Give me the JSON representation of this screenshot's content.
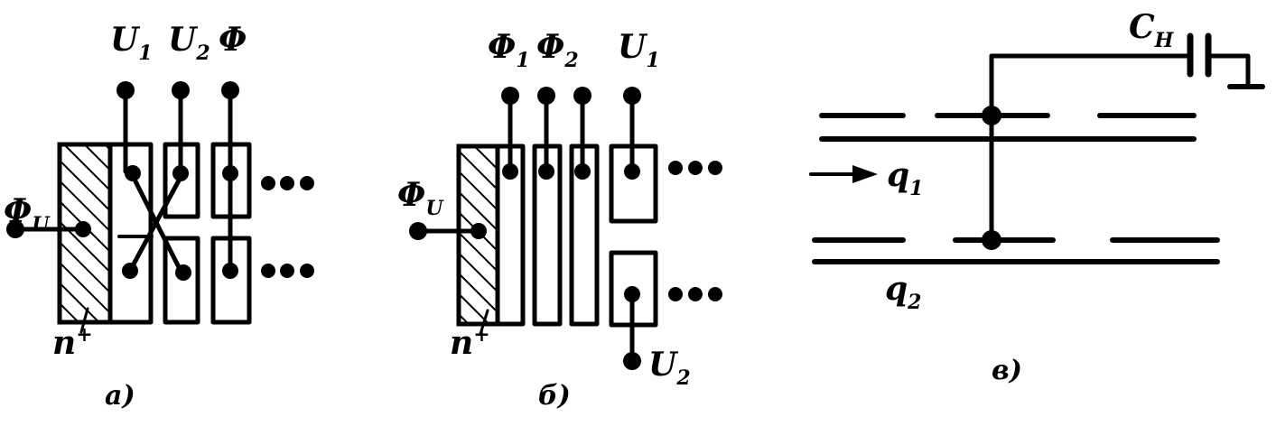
{
  "colors": {
    "ink": "#000000",
    "paper": "#ffffff"
  },
  "panel_a": {
    "caption": "а)",
    "top_labels": [
      {
        "main": "U",
        "sub": "1"
      },
      {
        "main": "U",
        "sub": "2"
      },
      {
        "main": "Φ",
        "sub": ""
      }
    ],
    "input_label": {
      "main": "Φ",
      "sub": "U"
    },
    "region_label": {
      "main": "n",
      "sup": "+"
    },
    "continuation": "•••"
  },
  "panel_b": {
    "caption": "б)",
    "top_labels": [
      {
        "main": "Φ",
        "sub": "1"
      },
      {
        "main": "Φ",
        "sub": "2"
      },
      {
        "main": "U",
        "sub": "1"
      }
    ],
    "input_label": {
      "main": "Φ",
      "sub": "U"
    },
    "bottom_label": {
      "main": "U",
      "sub": "2"
    },
    "region_label": {
      "main": "n",
      "sup": "+"
    },
    "continuation": "•••"
  },
  "panel_v": {
    "caption": "в)",
    "capacitor_label": {
      "main": "C",
      "sub": "Н"
    },
    "charge_1": {
      "main": "q",
      "sub": "1"
    },
    "charge_2": {
      "main": "q",
      "sub": "2"
    }
  }
}
